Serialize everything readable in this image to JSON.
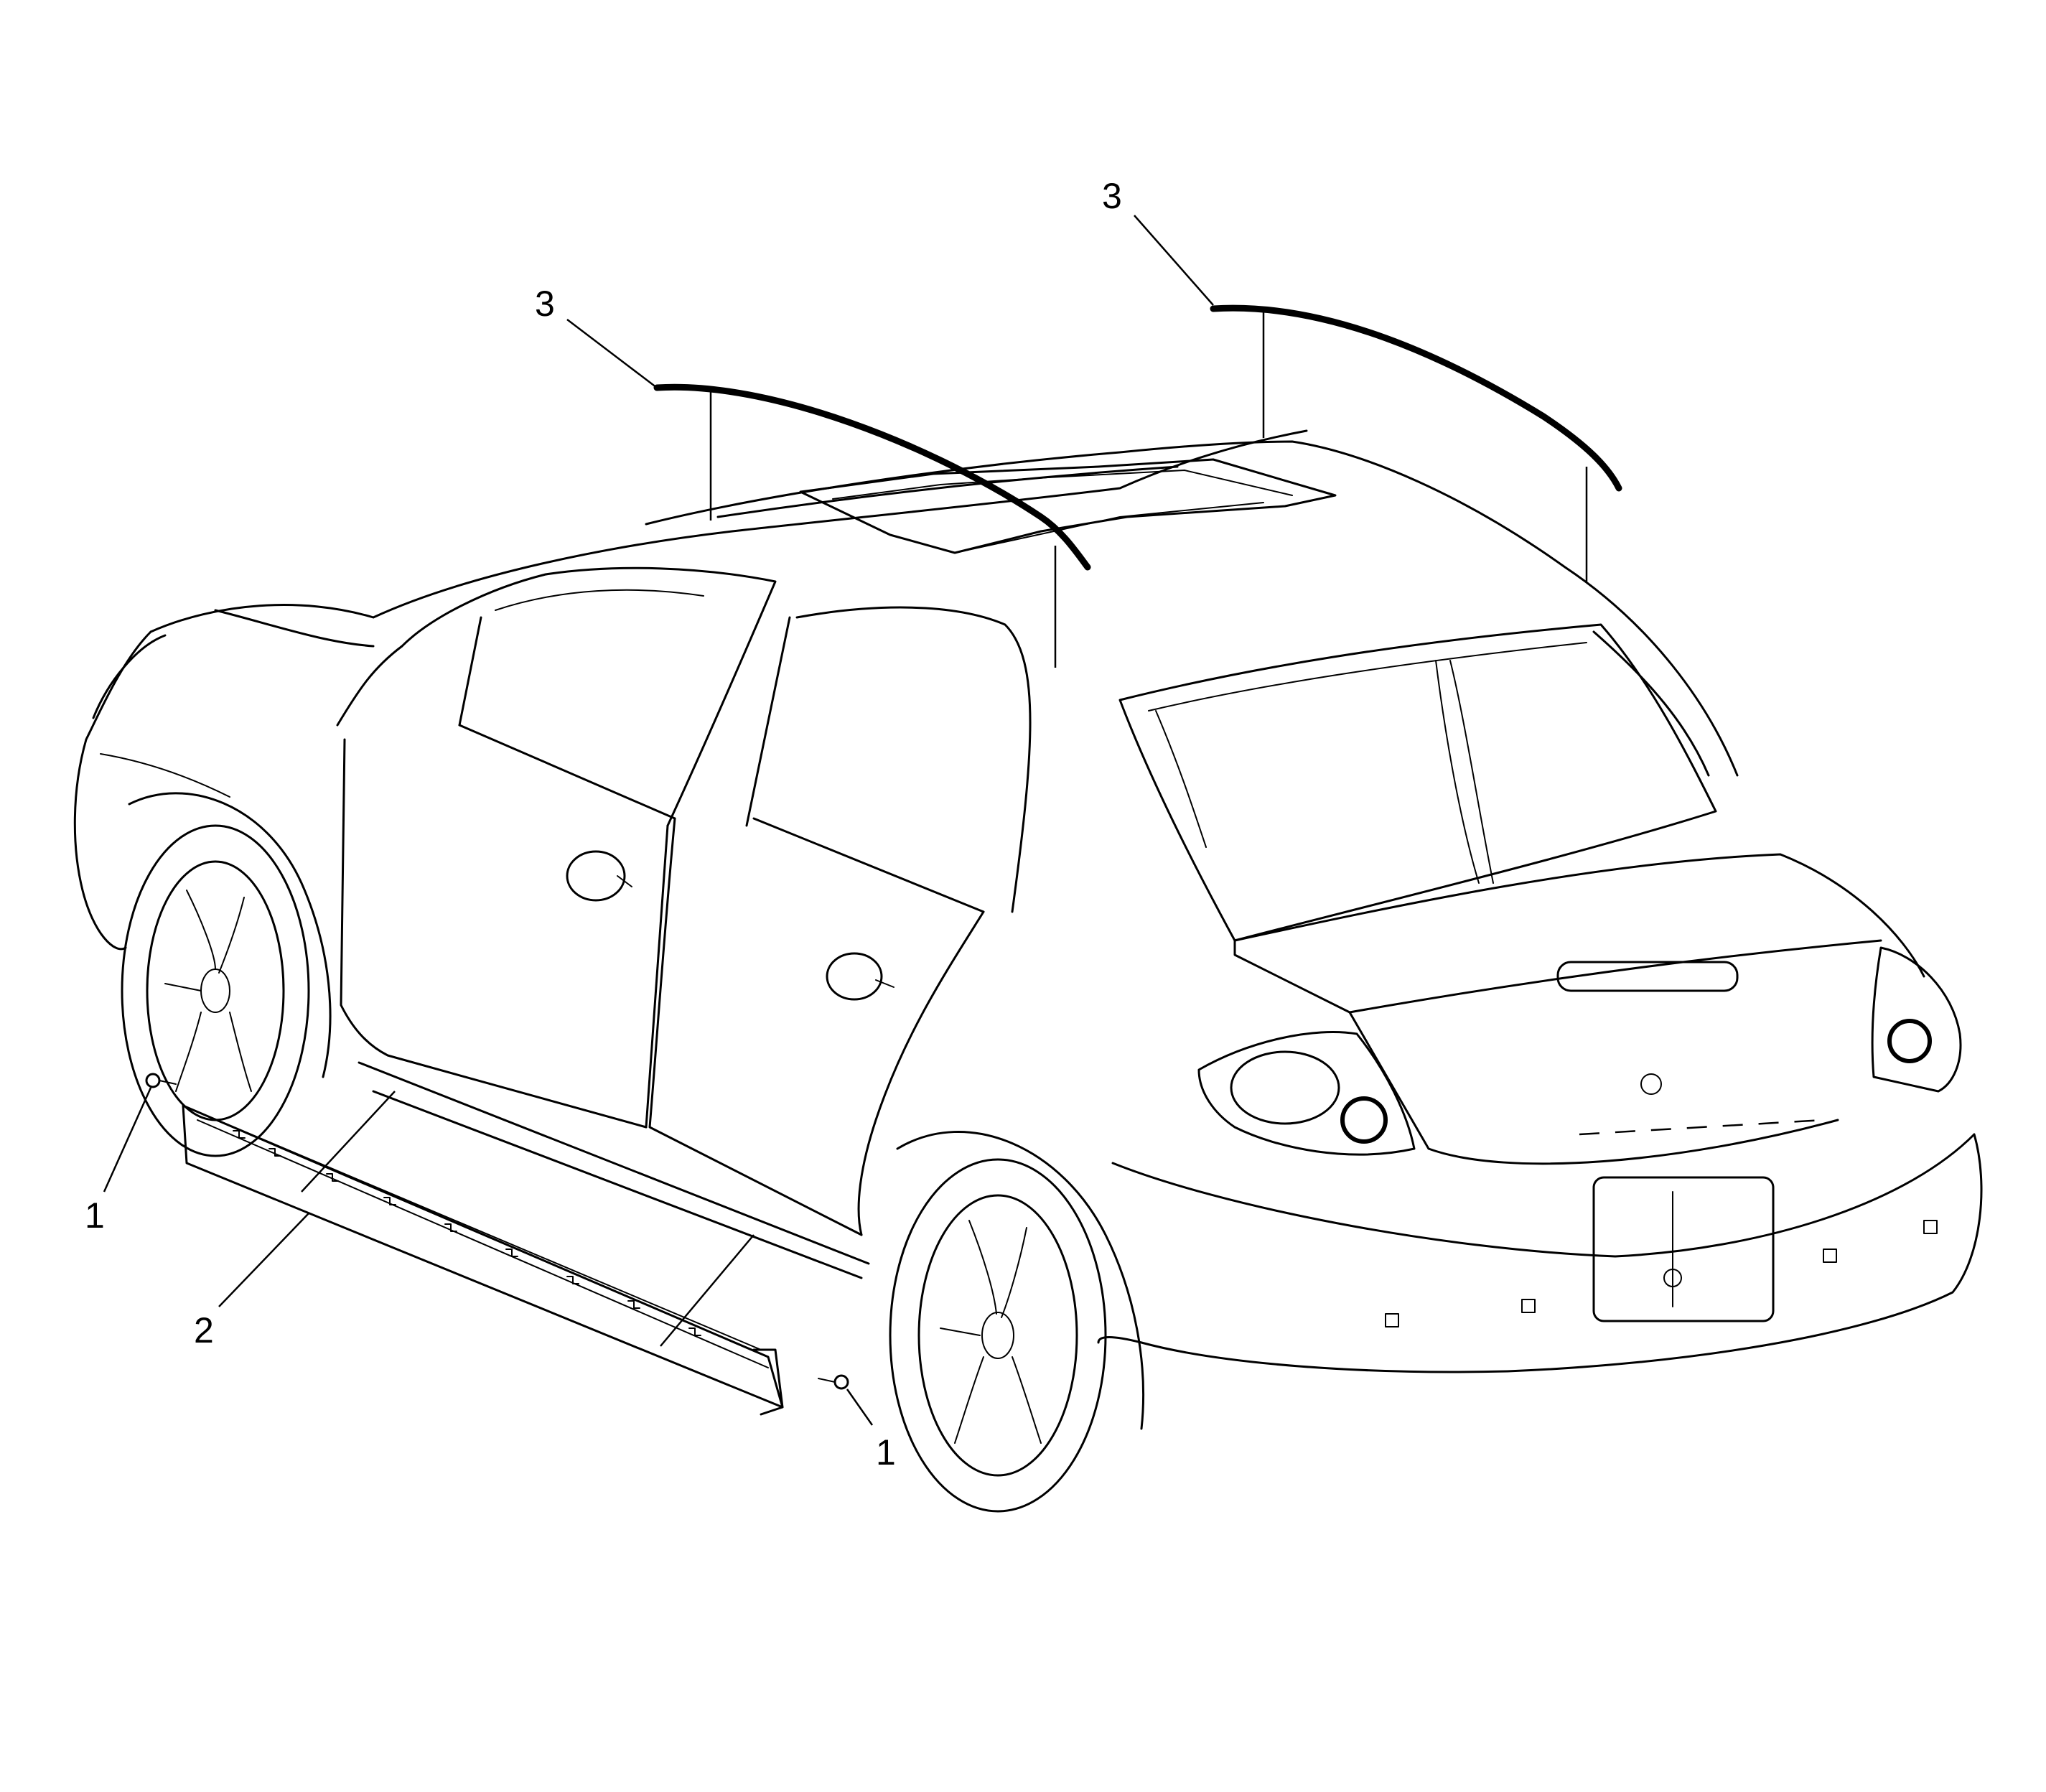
{
  "figure": {
    "subject": "vehicle-exterior-moldings",
    "colors": {
      "ink": "#000000",
      "background": "#ffffff"
    }
  },
  "callouts": {
    "c1_front": "1",
    "c1_rear": "1",
    "c2": "2",
    "c3_front": "3",
    "c3_rear": "3"
  }
}
